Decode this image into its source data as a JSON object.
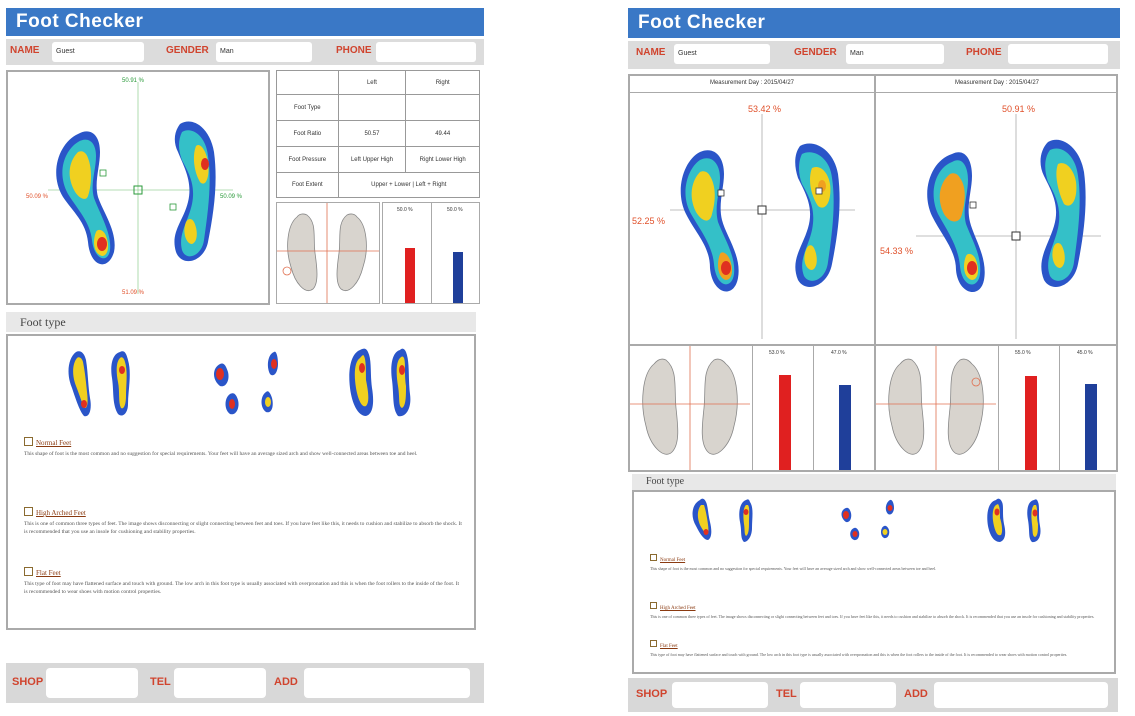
{
  "app_title": "Foot Checker",
  "info": {
    "name_label": "NAME",
    "name_value": "Guest",
    "gender_label": "GENDER",
    "gender_value": "Man",
    "phone_label": "PHONE",
    "phone_value": ""
  },
  "report1": {
    "top_pct": "50.91 %",
    "left_pct": "50.09 %",
    "right_pct": "50.09 %",
    "bottom_pct": "51.09 %",
    "table": {
      "headers": [
        "",
        "Left",
        "Right"
      ],
      "rows": [
        [
          "Foot Type",
          "",
          ""
        ],
        [
          "Foot Ratio",
          "50.57",
          "49.44"
        ],
        [
          "Foot Pressure",
          "Left Upper High",
          "Right Lower High"
        ],
        [
          "Foot Extent",
          "Upper + Lower | Left + Right",
          ""
        ]
      ]
    },
    "bars": {
      "left_label": "50.0 %",
      "right_label": "50.0 %",
      "left_value": 50,
      "right_value": 46
    }
  },
  "report2": {
    "panels": [
      {
        "measurement": "Measurement Day : 2015/04/27",
        "top_pct": "53.42 %",
        "side_pct": "52.25 %",
        "bars": {
          "left_label": "53.0 %",
          "right_label": "47.0 %",
          "left_value": 53,
          "right_value": 47
        }
      },
      {
        "measurement": "Measurement Day : 2015/04/27",
        "top_pct": "50.91 %",
        "side_pct": "54.33 %",
        "bars": {
          "left_label": "55.0 %",
          "right_label": "45.0 %",
          "left_value": 52,
          "right_value": 48
        }
      }
    ]
  },
  "foot_type": {
    "heading": "Foot type",
    "items": [
      {
        "title": "Normal Feet",
        "desc": "This shape of foot is the most common and no suggestion for special requirements. Your feet will have an average sized arch and show well-connected areas between toe and heel."
      },
      {
        "title": "High Arched Feet",
        "desc": "This is one of common three types of feet. The image shows disconnecting or slight connecting between feet and toes. If you have feet like this, it needs to cushion and stabilize to absorb the shock. It is recommended that you use an insole for cushioning and stability properties."
      },
      {
        "title": "Flat Feet",
        "desc": "This type of foot may have flattened surface and touch with ground. The low arch in this foot type is usually associated with overpronation and this is when the foot rollers to the inside of the foot. It is recommended to wear shoes with motion control properties."
      }
    ]
  },
  "footer": {
    "shop_label": "SHOP",
    "tel_label": "TEL",
    "add_label": "ADD"
  },
  "colors": {
    "title_bar": "#3a78c6",
    "label_red": "#d0442e",
    "bar_red": "#e02020",
    "bar_blue": "#1f3f9a"
  }
}
